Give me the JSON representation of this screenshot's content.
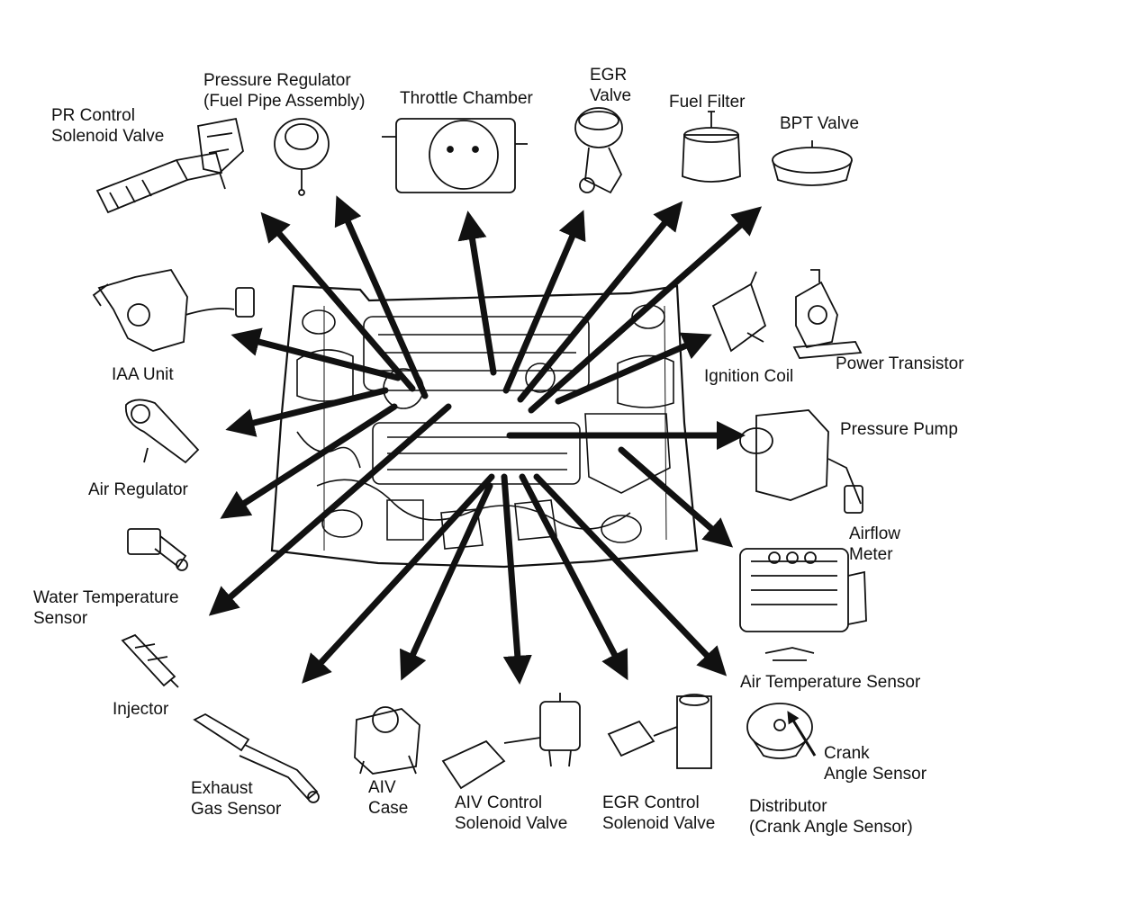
{
  "labels": {
    "pr_control": [
      "PR Control",
      "Solenoid Valve"
    ],
    "pressure_regulator": [
      "Pressure Regulator",
      "(Fuel Pipe Assembly)"
    ],
    "throttle_chamber": [
      "Throttle Chamber"
    ],
    "egr_valve": [
      "EGR",
      "Valve"
    ],
    "fuel_filter": [
      "Fuel Filter"
    ],
    "bpt_valve": [
      "BPT Valve"
    ],
    "iaa_unit": [
      "IAA Unit"
    ],
    "air_regulator": [
      "Air Regulator"
    ],
    "water_temp": [
      "Water Temperature",
      "Sensor"
    ],
    "injector": [
      "Injector"
    ],
    "exhaust_gas": [
      "Exhaust",
      "Gas Sensor"
    ],
    "aiv_case": [
      "AIV",
      "Case"
    ],
    "aiv_control": [
      "AIV Control",
      "Solenoid Valve"
    ],
    "egr_control": [
      "EGR Control",
      "Solenoid Valve"
    ],
    "distributor": [
      "Distributor",
      "(Crank Angle Sensor)"
    ],
    "crank_angle": [
      "Crank",
      "Angle Sensor"
    ],
    "air_temp": [
      "Air Temperature Sensor"
    ],
    "airflow_meter": [
      "Airflow",
      "Meter"
    ],
    "pressure_pump": [
      "Pressure Pump"
    ],
    "ignition_coil": [
      "Ignition Coil"
    ],
    "power_transistor": [
      "Power Transistor"
    ]
  },
  "colors": {
    "ink": "#111111",
    "background": "#ffffff"
  }
}
